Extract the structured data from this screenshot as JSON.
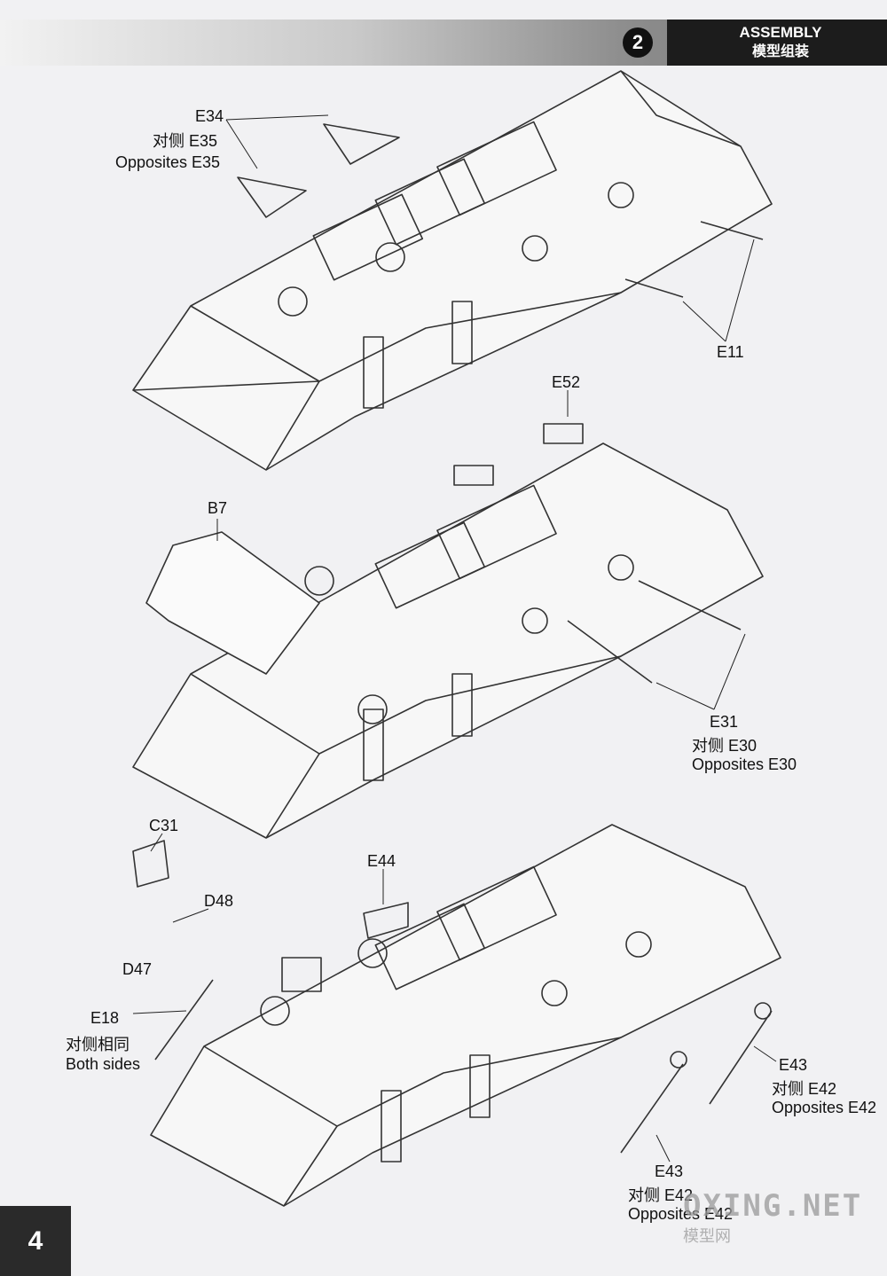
{
  "header": {
    "step_number": "2",
    "title_en": "ASSEMBLY",
    "title_zh": "模型组装"
  },
  "labels": {
    "e34": "E34",
    "e35_zh": "对侧 E35",
    "e35_en": "Opposites E35",
    "e11": "E11",
    "e52": "E52",
    "b7": "B7",
    "e31": "E31",
    "e30_zh": "对侧 E30",
    "e30_en": "Opposites E30",
    "c31": "C31",
    "e44": "E44",
    "d48": "D48",
    "d47": "D47",
    "e18": "E18",
    "both_zh": "对侧相同",
    "both_en": "Both sides",
    "e43_right": "E43",
    "e42_right_zh": "对侧  E42",
    "e42_right_en": "Opposites E42",
    "e43_bottom": "E43",
    "e42_bottom_zh": "对侧  E42",
    "e42_bottom_en": "Opposites E42"
  },
  "footer": {
    "page_number": "4",
    "watermark": "OXING.NET",
    "watermark_sub": "模型网"
  }
}
